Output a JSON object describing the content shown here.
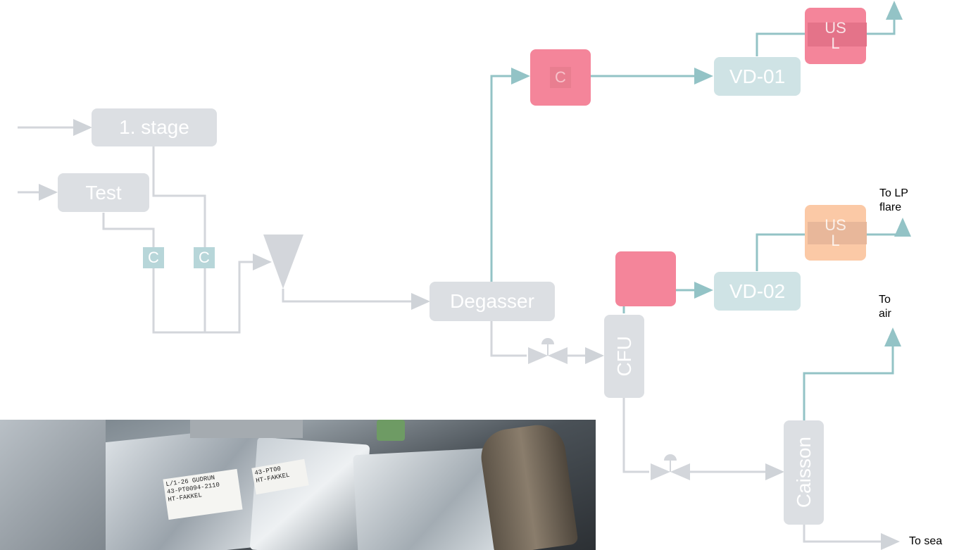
{
  "nodes": {
    "stage1": "1. stage",
    "test": "Test",
    "c1": "C",
    "c2": "C",
    "c3": "C",
    "degasser": "Degasser",
    "cfu": "CFU",
    "vd01": "VD-01",
    "vd02": "VD-02",
    "caisson": "Caisson",
    "ghost_top": "US\nL",
    "ghost_mid": "US\nL"
  },
  "annotations": {
    "lp_flare": "To LP\nflare",
    "air": "To\nair",
    "sea": "To sea"
  },
  "photo": {
    "tag1": "L/1-26 GUDRUN\n43-PT0094-2110\nHT-FAKKEL",
    "tag2": "43-PT00\nHT-FAKKEL"
  },
  "colors": {
    "grey_box": "#dcdfe3",
    "teal_box": "#cfe3e5",
    "pink_box": "#f4859a",
    "orange_box": "#fbc9a6",
    "teal_line": "#93c3c6",
    "grey_line": "#d0d3d8"
  }
}
